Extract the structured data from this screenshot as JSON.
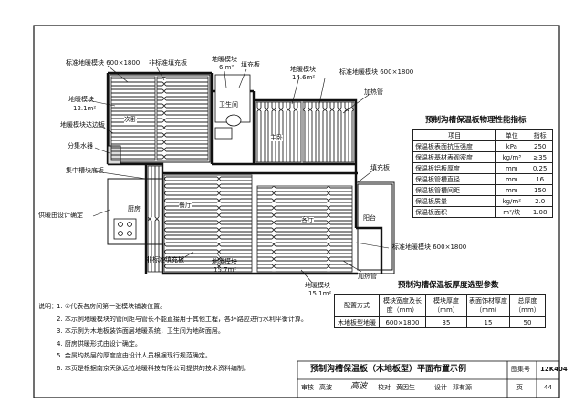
{
  "labels": {
    "std_module_top_left": "标准地暖模块 600×1800",
    "nonstd_fill_board_top": "非标准填充板",
    "floor_module_left": "地暖模块",
    "floor_module_left_area": "12.1m²",
    "floor_module_small": "地暖模块",
    "floor_module_small_area": "6 m²",
    "floor_module_mid": "地暖模块",
    "floor_module_mid_area": "14.6m²",
    "fill_board_top": "填充板",
    "std_module_top_right": "标准地暖模块 600×1800",
    "heating_pipe_top": "加热管",
    "loop_board": "地暖模块达边板",
    "manifold_box": "分集水器",
    "collector_cover": "集中槽块底板",
    "fill_board_right": "填充板",
    "heating_by_design": "供暖由设计确定",
    "std_module_right": "标准地暖模块 600×1800",
    "nonstd_fill_board_bottom": "非标准填充板",
    "floor_module_bottom": "地暖模块",
    "floor_module_bottom_area": "15.7m²",
    "heating_pipe_bottom": "加热管",
    "floor_module_living": "地暖模块",
    "floor_module_living_area": "15.1m²"
  },
  "rooms": {
    "secondary_bedroom": "次卧",
    "bathroom": "卫生间",
    "master_bedroom": "主卧",
    "kitchen": "厨房",
    "dining": "餐厅",
    "living": "客厅",
    "balcony": "阳台"
  },
  "properties_table": {
    "title": "预制沟槽保温板物理性能指标",
    "headers": [
      "项目",
      "单位",
      "指标"
    ],
    "rows": [
      [
        "保温板表面抗压强度",
        "kPa",
        "250"
      ],
      [
        "保温板基材表观密度",
        "kg/m³",
        "≥35"
      ],
      [
        "保温板铝板厚度",
        "mm",
        "0.25"
      ],
      [
        "保温板管槽直径",
        "mm",
        "16"
      ],
      [
        "保温板管槽间距",
        "mm",
        "150"
      ],
      [
        "保温板质量",
        "kg/m²",
        "2.0"
      ],
      [
        "保温板面积",
        "m²/块",
        "1.08"
      ]
    ]
  },
  "thickness_table": {
    "title": "预制沟槽保温板厚度选型参数",
    "headers": [
      "配置方式",
      "模块宽度及长度（mm）",
      "模块厚度（mm）",
      "表面饰材厚度（mm）",
      "总厚度（mm）"
    ],
    "rows": [
      [
        "木地板型地暖",
        "600×1800",
        "35",
        "15",
        "50"
      ]
    ]
  },
  "notes": {
    "prefix": "说明：",
    "items": [
      "1. ①代表各房间第一张模块铺装位置。",
      "2. 本示例地暖模块的管间距与管长不能直接用于其他工程，各环路应进行水利平衡计算。",
      "3. 本示例为木地板装饰面层地暖系统，卫生间为地砖面层。",
      "4. 厨房供暖形式由设计确定。",
      "5. 金属均热层的厚度应由设计人员根据现行规范确定。",
      "6. 本页是根据南京天脉远拉地暖科技有限公司提供的技术资料编制。"
    ]
  },
  "title_block": {
    "title": "预制沟槽保温板（木地板型）平面布置示例",
    "atlas_label": "图集号",
    "atlas_no": "12K404",
    "review_label": "审核",
    "reviewer": "高波",
    "check_label": "校对",
    "checker": "黄因生",
    "design_label": "设计",
    "designer": "邓有源",
    "page_label": "页",
    "page_no": "44"
  }
}
